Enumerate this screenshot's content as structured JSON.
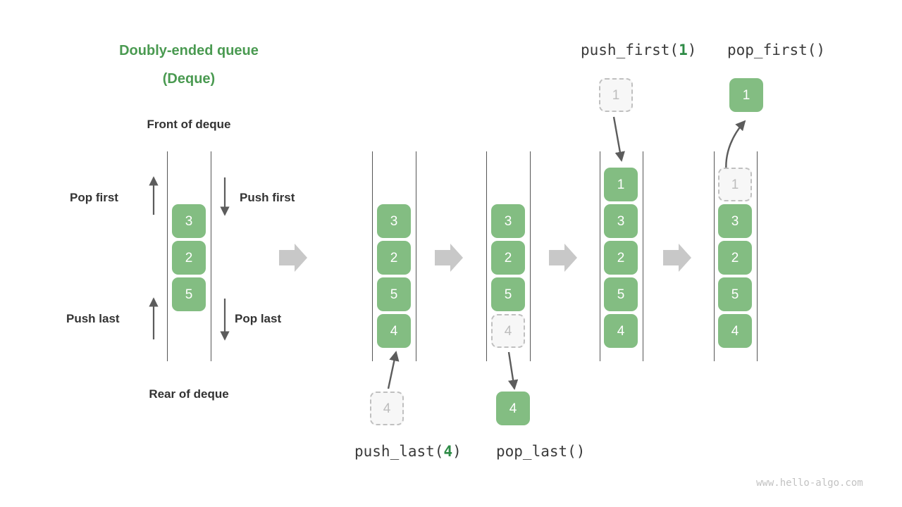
{
  "diagram": {
    "title_line1": "Doubly-ended queue",
    "title_line2": "(Deque)",
    "front_label": "Front of deque",
    "rear_label": "Rear of deque",
    "watermark": "www.hello-algo.com",
    "accent_color": "#4a9a51",
    "node_color": "#83bd82",
    "ghost_color": "#f7f7f7",
    "arrow_color": "#c8c8c8"
  },
  "operations": {
    "pop_first_label": "Pop first",
    "push_first_label": "Push first",
    "push_last_label": "Push last",
    "pop_last_label": "Pop last"
  },
  "code_labels": {
    "push_last_name": "push_last(",
    "push_last_arg": "4",
    "push_last_close": ")",
    "pop_last": "pop_last()",
    "push_first_name": "push_first(",
    "push_first_arg": "1",
    "push_first_close": ")",
    "pop_first": "pop_first()"
  },
  "panels": [
    {
      "name": "initial-deque",
      "nodes": [
        "3",
        "2",
        "5"
      ]
    },
    {
      "name": "push-last-result",
      "nodes": [
        "3",
        "2",
        "5",
        "4"
      ],
      "incoming_node": "4"
    },
    {
      "name": "pop-last-state",
      "nodes": [
        "3",
        "2",
        "5"
      ],
      "ghost_node": "4",
      "outgoing_node": "4"
    },
    {
      "name": "push-first-result",
      "nodes": [
        "1",
        "3",
        "2",
        "5",
        "4"
      ],
      "incoming_node": "1"
    },
    {
      "name": "pop-first-state",
      "ghost_node": "1",
      "nodes": [
        "3",
        "2",
        "5",
        "4"
      ],
      "outgoing_node": "1"
    }
  ],
  "step_arrows": [
    {
      "name": "step-arrow-1"
    },
    {
      "name": "step-arrow-2"
    },
    {
      "name": "step-arrow-3"
    },
    {
      "name": "step-arrow-4"
    }
  ]
}
